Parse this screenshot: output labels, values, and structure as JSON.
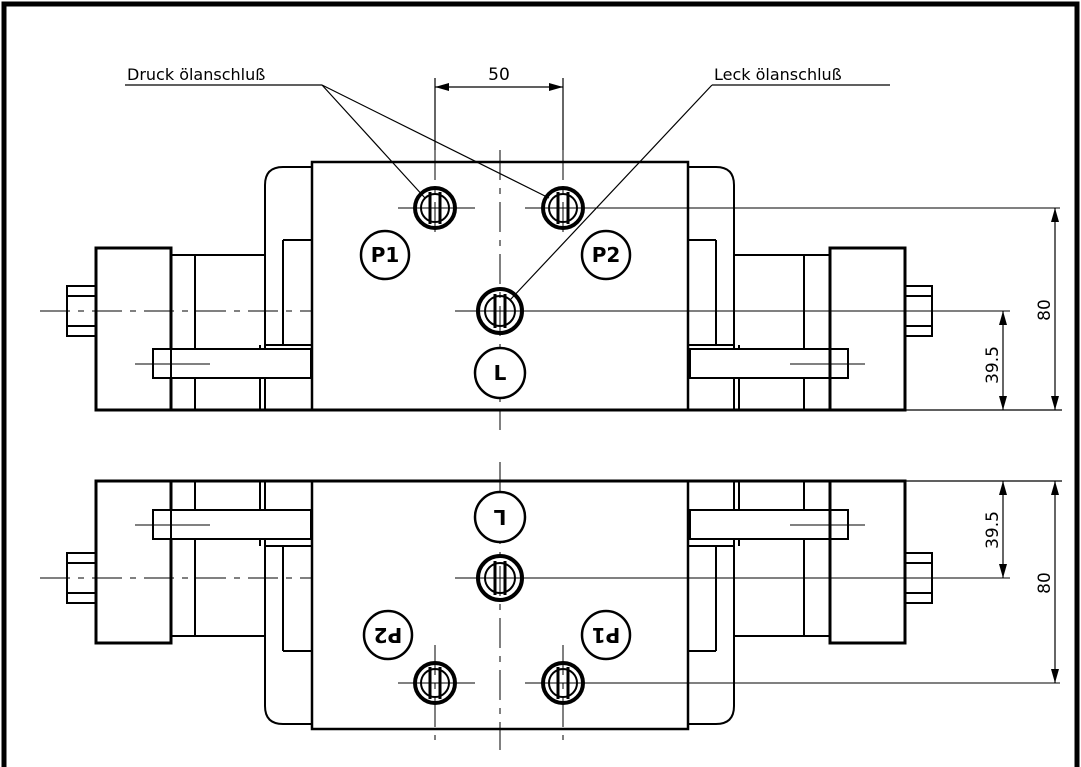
{
  "callouts": {
    "pressure": "Druck ölanschluß",
    "leak": "Leck ölanschluß"
  },
  "dimensions": {
    "spacing": "50",
    "height_top": "80",
    "center_top": "39.5",
    "height_bottom": "80",
    "center_bottom": "39.5"
  },
  "ports": {
    "top": {
      "p1": "P1",
      "p2": "P2",
      "l": "L"
    },
    "bottom": {
      "p1": "P1",
      "p2": "P2",
      "l": "L"
    }
  },
  "colors": {
    "ink": "#000000",
    "paper": "#ffffff"
  }
}
